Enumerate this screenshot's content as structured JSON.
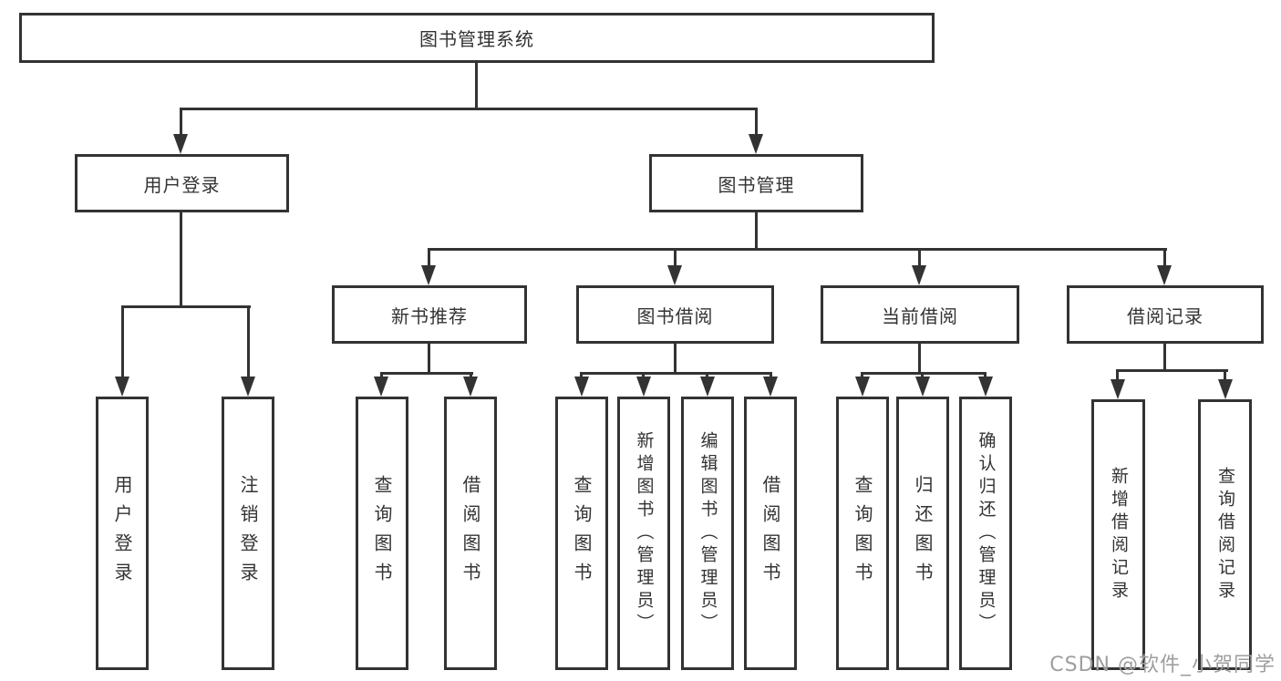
{
  "diagram": {
    "root": {
      "label": "图书管理系统"
    },
    "level1": [
      {
        "id": "user-login",
        "label": "用户登录"
      },
      {
        "id": "book-management",
        "label": "图书管理"
      }
    ],
    "level2": [
      {
        "id": "new-book-recommend",
        "label": "新书推荐",
        "parent": "图书管理"
      },
      {
        "id": "book-borrow",
        "label": "图书借阅",
        "parent": "图书管理"
      },
      {
        "id": "current-borrow",
        "label": "当前借阅",
        "parent": "图书管理"
      },
      {
        "id": "borrow-record",
        "label": "借阅记录",
        "parent": "图书管理"
      }
    ],
    "leaves": [
      {
        "parent": "用户登录",
        "label": "用户登录"
      },
      {
        "parent": "用户登录",
        "label": "注销登录"
      },
      {
        "parent": "新书推荐",
        "label": "查询图书"
      },
      {
        "parent": "新书推荐",
        "label": "借阅图书"
      },
      {
        "parent": "图书借阅",
        "label": "查询图书"
      },
      {
        "parent": "图书借阅",
        "label": "新增图书（管理员）"
      },
      {
        "parent": "图书借阅",
        "label": "编辑图书（管理员）"
      },
      {
        "parent": "图书借阅",
        "label": "借阅图书"
      },
      {
        "parent": "当前借阅",
        "label": "查询图书"
      },
      {
        "parent": "当前借阅",
        "label": "归还图书"
      },
      {
        "parent": "当前借阅",
        "label": "确认归还（管理员）"
      },
      {
        "parent": "借阅记录",
        "label": "新增借阅记录"
      },
      {
        "parent": "借阅记录",
        "label": "查询借阅记录"
      }
    ]
  },
  "watermark": {
    "text": "CSDN @软件_小贺同学"
  },
  "colors": {
    "line": "#333333",
    "border": "#333333",
    "text": "#333333",
    "background": "#ffffff",
    "watermark": "#9e9e9e"
  }
}
